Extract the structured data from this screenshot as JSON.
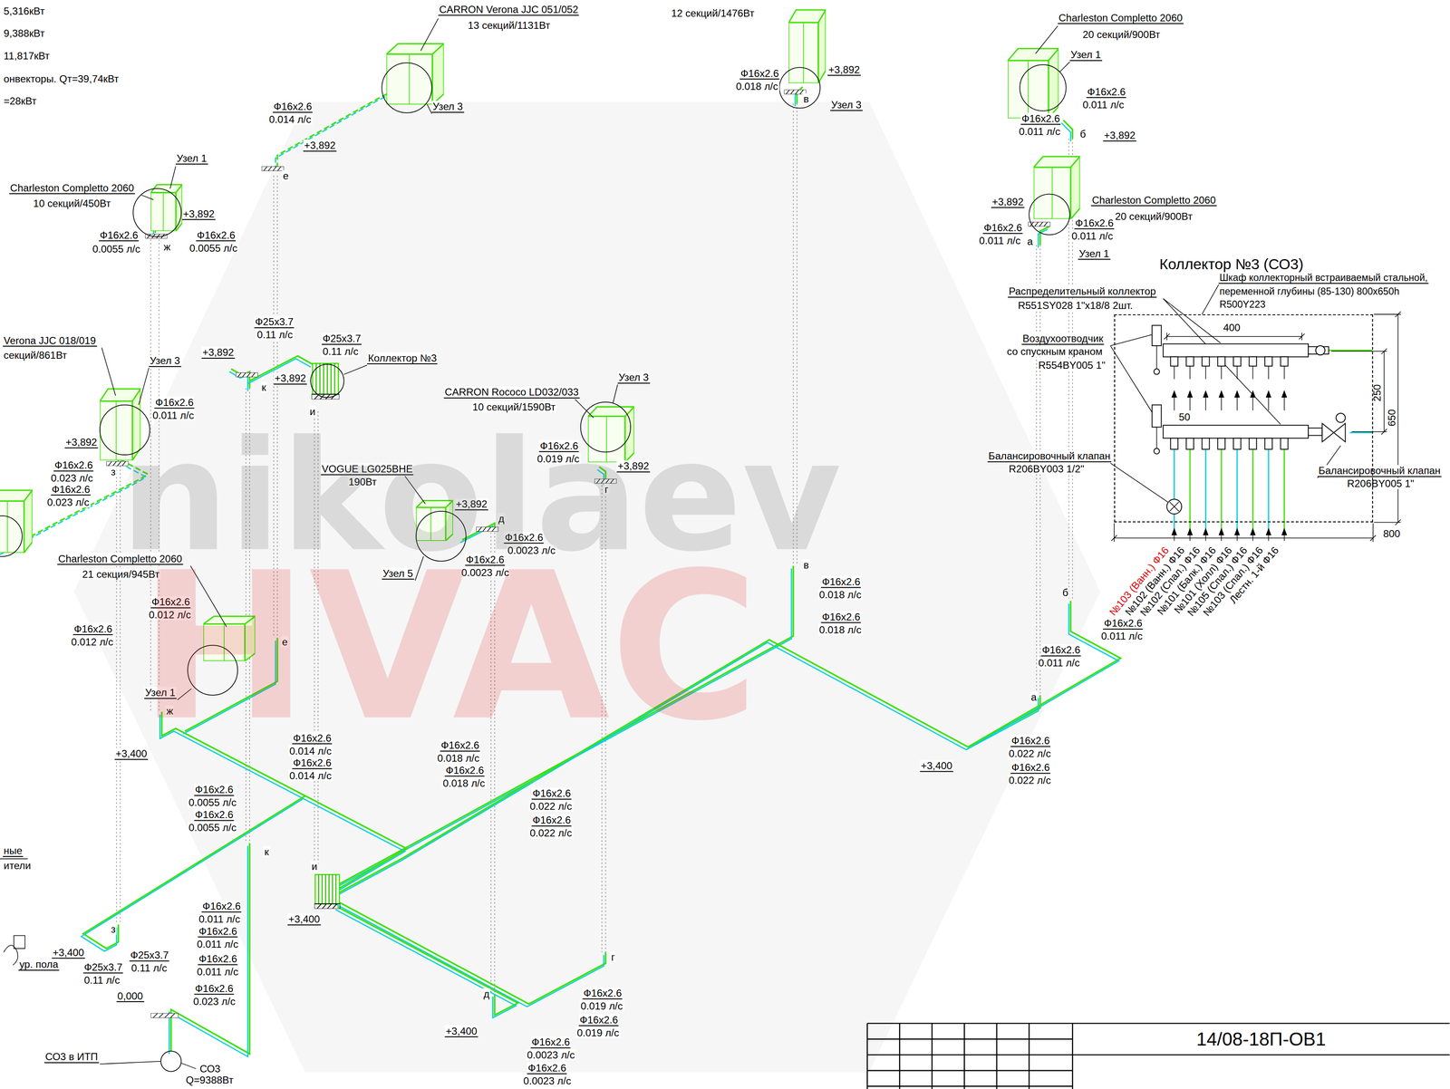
{
  "diagram": {
    "nodes": [
      {
        "text": [
          "Коллектор №3 (СО3)"
        ]
      },
      {
        "text": [
          "14/08-18П-ОВ1"
        ]
      }
    ],
    "labels": [
      "5,316кВт",
      "9,388кВт",
      "11,817кВт",
      "онвекторы. Qт=39,74кВт",
      "=28кВт",
      "CARRON Verona JJC 051/052",
      "13 секций/1131Вт",
      "12 секций/1476Вт",
      "Charleston Completto 2060",
      "20 секций/900Вт",
      "Узел 1",
      "Ф16х2.6",
      "0.011 л/с",
      "Ф16х2.6",
      "0.011 л/с",
      "б",
      "+3,892",
      "Ф16х2.6",
      "0.018 л/с",
      "+3,892",
      "в",
      "Узел 3",
      "Ф16х2.6",
      "0.014 л/с",
      "+3,892",
      "е",
      "Узел 3",
      "Узел 1",
      "Charleston Completto 2060",
      "10 секций/450Вт",
      "+3,892",
      "Ф16х2.6",
      "0.0055 л/с",
      "Ф16х2.6",
      "0.0055 л/с",
      "ж",
      "+3,892",
      "Charleston Completto 2060",
      "20 секций/900Вт",
      "Ф16х2.6",
      "0.011 л/с",
      "а",
      "Ф16х2.6",
      "0.011 л/с",
      "Узел 1",
      "Шкаф коллекторный встраиваемый стальной,",
      "переменной глубины (85-130) 800х650h",
      "R500Y223",
      "Распределительный коллектор",
      "R551SY028 1\"x18/8 2шт.",
      "Воздухоотводчик",
      "со спускным краном",
      "R554BY005 1\"",
      "400",
      "250",
      "650",
      "50",
      "800",
      "Балансировочный клапан",
      "R206BY003 1/2\"",
      "Балансировочный клапан",
      "R206BY005 1\"",
      "№103 (Ванн.) Ф16",
      "№102 (Ванн.) Ф16",
      "№102 (Спал.) Ф16",
      "№101 (Балк.) Ф16",
      "№101 (Холл) Ф16",
      "№105 (Спал.) Ф16",
      "№103 (Спал.) Ф16",
      "Лестн. 1-й Ф16",
      "Verona JJC 018/019",
      "секций/861Вт",
      "Узел 3",
      "Ф16х2.6",
      "0.011 л/с",
      "+3,892",
      "з",
      "Ф16х2.6",
      "0.023 л/с",
      "Ф16х2.6",
      "0.023 л/с",
      "+3,892",
      "к",
      "+3,892",
      "Ф25х3.7",
      "0.11 л/с",
      "Ф25х3.7",
      "0.11 л/с",
      "Коллектор №3",
      "и",
      "CARRON Rococo LD032/033",
      "10 секций/1590Вт",
      "Узел 3",
      "Ф16х2.6",
      "0.019 л/с",
      "+3,892",
      "г",
      "VOGUE LG025BHE",
      "190Вт",
      "+3,892",
      "д",
      "Ф16х2.6",
      "0.0023 л/с",
      "Ф16х2.6",
      "0.0023 л/с",
      "Узел 5",
      "Charleston Completto 2060",
      "21 секция/945Вт",
      "Ф16х2.6",
      "0.012 л/с",
      "Ф16х2.6",
      "0.012 л/с",
      "е",
      "Узел 1",
      "ж",
      "+3,400",
      "в",
      "Ф16х2.6",
      "0.018 л/с",
      "Ф16х2.6",
      "0.018 л/с",
      "б",
      "Ф16х2.6",
      "0.011 л/с",
      "Ф16х2.6",
      "0.011 л/с",
      "а",
      "+3,400",
      "Ф16х2.6",
      "0.022 л/с",
      "Ф16х2.6",
      "0.022 л/с",
      "Ф16х2.6",
      "0.014 л/с",
      "Ф16х2.6",
      "0.014 л/с",
      "Ф16х2.6",
      "0.0055 л/с",
      "Ф16х2.6",
      "0.0055 л/с",
      "Ф16х2.6",
      "0.018 л/с",
      "Ф16х2.6",
      "0.018 л/с",
      "Ф16х2.6",
      "0.022 л/с",
      "Ф16х2.6",
      "0.022 л/с",
      "к",
      "и",
      "+3,400",
      "ные",
      "ители",
      "з",
      "+3,400",
      "Ф16х2.6",
      "0.011 л/с",
      "Ф16х2.6",
      "0.011 л/с",
      "Ф16х2.6",
      "0.011 л/с",
      "Ф16х2.6",
      "0.023 л/с",
      "Ф25х3.7",
      "0.11 л/с",
      "Ф25х3.7",
      "0.11 л/с",
      "0,000",
      "ур. пола",
      "СО3 в ИТП",
      "СО3",
      "Q=9388Вт",
      "г",
      "д",
      "+3,400",
      "Ф16х2.6",
      "0.019 л/с",
      "Ф16х2.6",
      "0.019 л/с",
      "Ф16х2.6",
      "0.0023 л/с",
      "Ф16х2.6",
      "0.0023 л/с",
      "nikolaev",
      "HVAC"
    ]
  }
}
